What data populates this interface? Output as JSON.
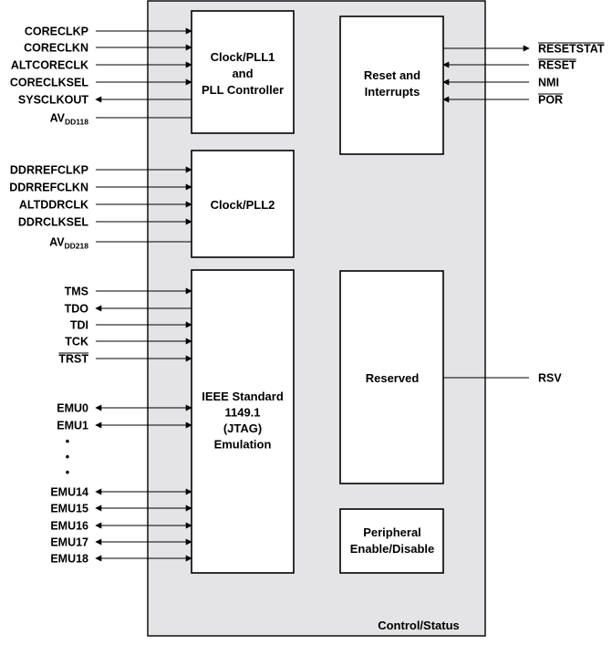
{
  "container_label": "Control/Status",
  "blocks": {
    "pll1": [
      "Clock/PLL1",
      "and",
      "PLL Controller"
    ],
    "pll2": [
      "Clock/PLL2"
    ],
    "reset": [
      "Reset and",
      "Interrupts"
    ],
    "jtag": [
      "IEEE Standard",
      "1149.1",
      "(JTAG)",
      "Emulation"
    ],
    "reserved": [
      "Reserved"
    ],
    "peripheral": [
      "Peripheral",
      "Enable/Disable"
    ]
  },
  "pins": {
    "pll1": [
      {
        "label": "CORECLKP",
        "dir": "in"
      },
      {
        "label": "CORECLKN",
        "dir": "in"
      },
      {
        "label": "ALTCORECLK",
        "dir": "in"
      },
      {
        "label": "CORECLKSEL",
        "dir": "in"
      },
      {
        "label": "SYSCLKOUT",
        "dir": "out"
      },
      {
        "label": "AV",
        "sub": "DD118",
        "dir": "none"
      }
    ],
    "pll2": [
      {
        "label": "DDRREFCLKP",
        "dir": "in"
      },
      {
        "label": "DDRREFCLKN",
        "dir": "in"
      },
      {
        "label": "ALTDDRCLK",
        "dir": "in"
      },
      {
        "label": "DDRCLKSEL",
        "dir": "in"
      },
      {
        "label": "AV",
        "sub": "DD218",
        "dir": "none"
      }
    ],
    "jtag_top": [
      {
        "label": "TMS",
        "dir": "in"
      },
      {
        "label": "TDO",
        "dir": "out"
      },
      {
        "label": "TDI",
        "dir": "in"
      },
      {
        "label": "TCK",
        "dir": "in"
      },
      {
        "label": "TRST",
        "dir": "in",
        "overline": true
      }
    ],
    "emu_upper": [
      {
        "label": "EMU0",
        "dir": "bi"
      },
      {
        "label": "EMU1",
        "dir": "bi"
      }
    ],
    "emu_ellipsis": [
      "•",
      "•",
      "•"
    ],
    "emu_lower": [
      {
        "label": "EMU14",
        "dir": "bi"
      },
      {
        "label": "EMU15",
        "dir": "bi"
      },
      {
        "label": "EMU16",
        "dir": "bi"
      },
      {
        "label": "EMU17",
        "dir": "bi"
      },
      {
        "label": "EMU18",
        "dir": "bi"
      }
    ],
    "reset": [
      {
        "label": "RESETSTAT",
        "dir": "out",
        "overline": true
      },
      {
        "label": "RESET",
        "dir": "in",
        "overline": true
      },
      {
        "label": "NMI",
        "dir": "in",
        "overline": false
      },
      {
        "label": "POR",
        "dir": "in",
        "overline": true
      }
    ],
    "reserved": [
      {
        "label": "RSV",
        "dir": "none"
      }
    ]
  }
}
